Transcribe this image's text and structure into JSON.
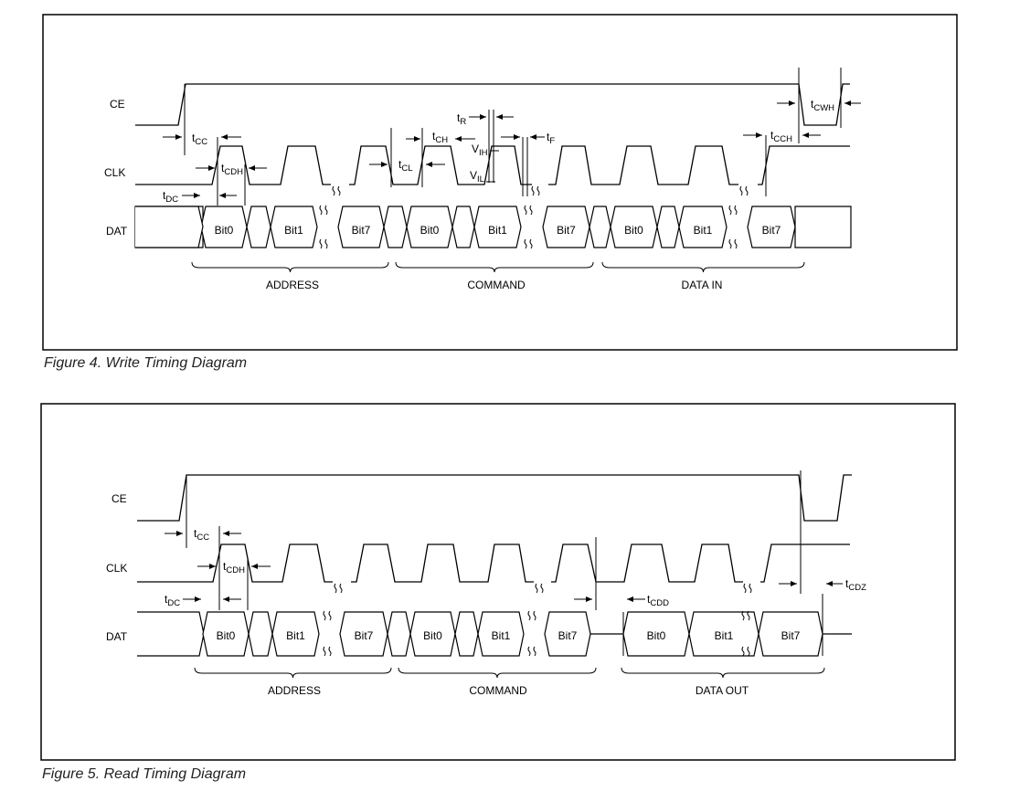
{
  "figures": [
    {
      "caption": "Figure 4. Write Timing Diagram",
      "signals": [
        "CE",
        "CLK",
        "DAT"
      ],
      "bits": [
        "Bit0",
        "Bit1",
        "Bit7",
        "Bit0",
        "Bit1",
        "Bit7",
        "Bit0",
        "Bit1",
        "Bit7"
      ],
      "groups": [
        "ADDRESS",
        "COMMAND",
        "DATA IN"
      ],
      "timing": {
        "tcc": {
          "base": "t",
          "sub": "CC"
        },
        "tcdh": {
          "base": "t",
          "sub": "CDH"
        },
        "tdc": {
          "base": "t",
          "sub": "DC"
        },
        "tcl": {
          "base": "t",
          "sub": "CL"
        },
        "tch": {
          "base": "t",
          "sub": "CH"
        },
        "tr": {
          "base": "t",
          "sub": "R"
        },
        "tf": {
          "base": "t",
          "sub": "F"
        },
        "vih": {
          "base": "V",
          "sub": "IH"
        },
        "vil": {
          "base": "V",
          "sub": "IL"
        },
        "tcch": {
          "base": "t",
          "sub": "CCH"
        },
        "tcwh": {
          "base": "t",
          "sub": "CWH"
        }
      }
    },
    {
      "caption": "Figure 5. Read Timing Diagram",
      "signals": [
        "CE",
        "CLK",
        "DAT"
      ],
      "bits": [
        "Bit0",
        "Bit1",
        "Bit7",
        "Bit0",
        "Bit1",
        "Bit7",
        "Bit0",
        "Bit1",
        "Bit7"
      ],
      "groups": [
        "ADDRESS",
        "COMMAND",
        "DATA OUT"
      ],
      "timing": {
        "tcc": {
          "base": "t",
          "sub": "CC"
        },
        "tcdh": {
          "base": "t",
          "sub": "CDH"
        },
        "tdc": {
          "base": "t",
          "sub": "DC"
        },
        "tcdd": {
          "base": "t",
          "sub": "CDD"
        },
        "tcdz": {
          "base": "t",
          "sub": "CDZ"
        }
      }
    }
  ]
}
